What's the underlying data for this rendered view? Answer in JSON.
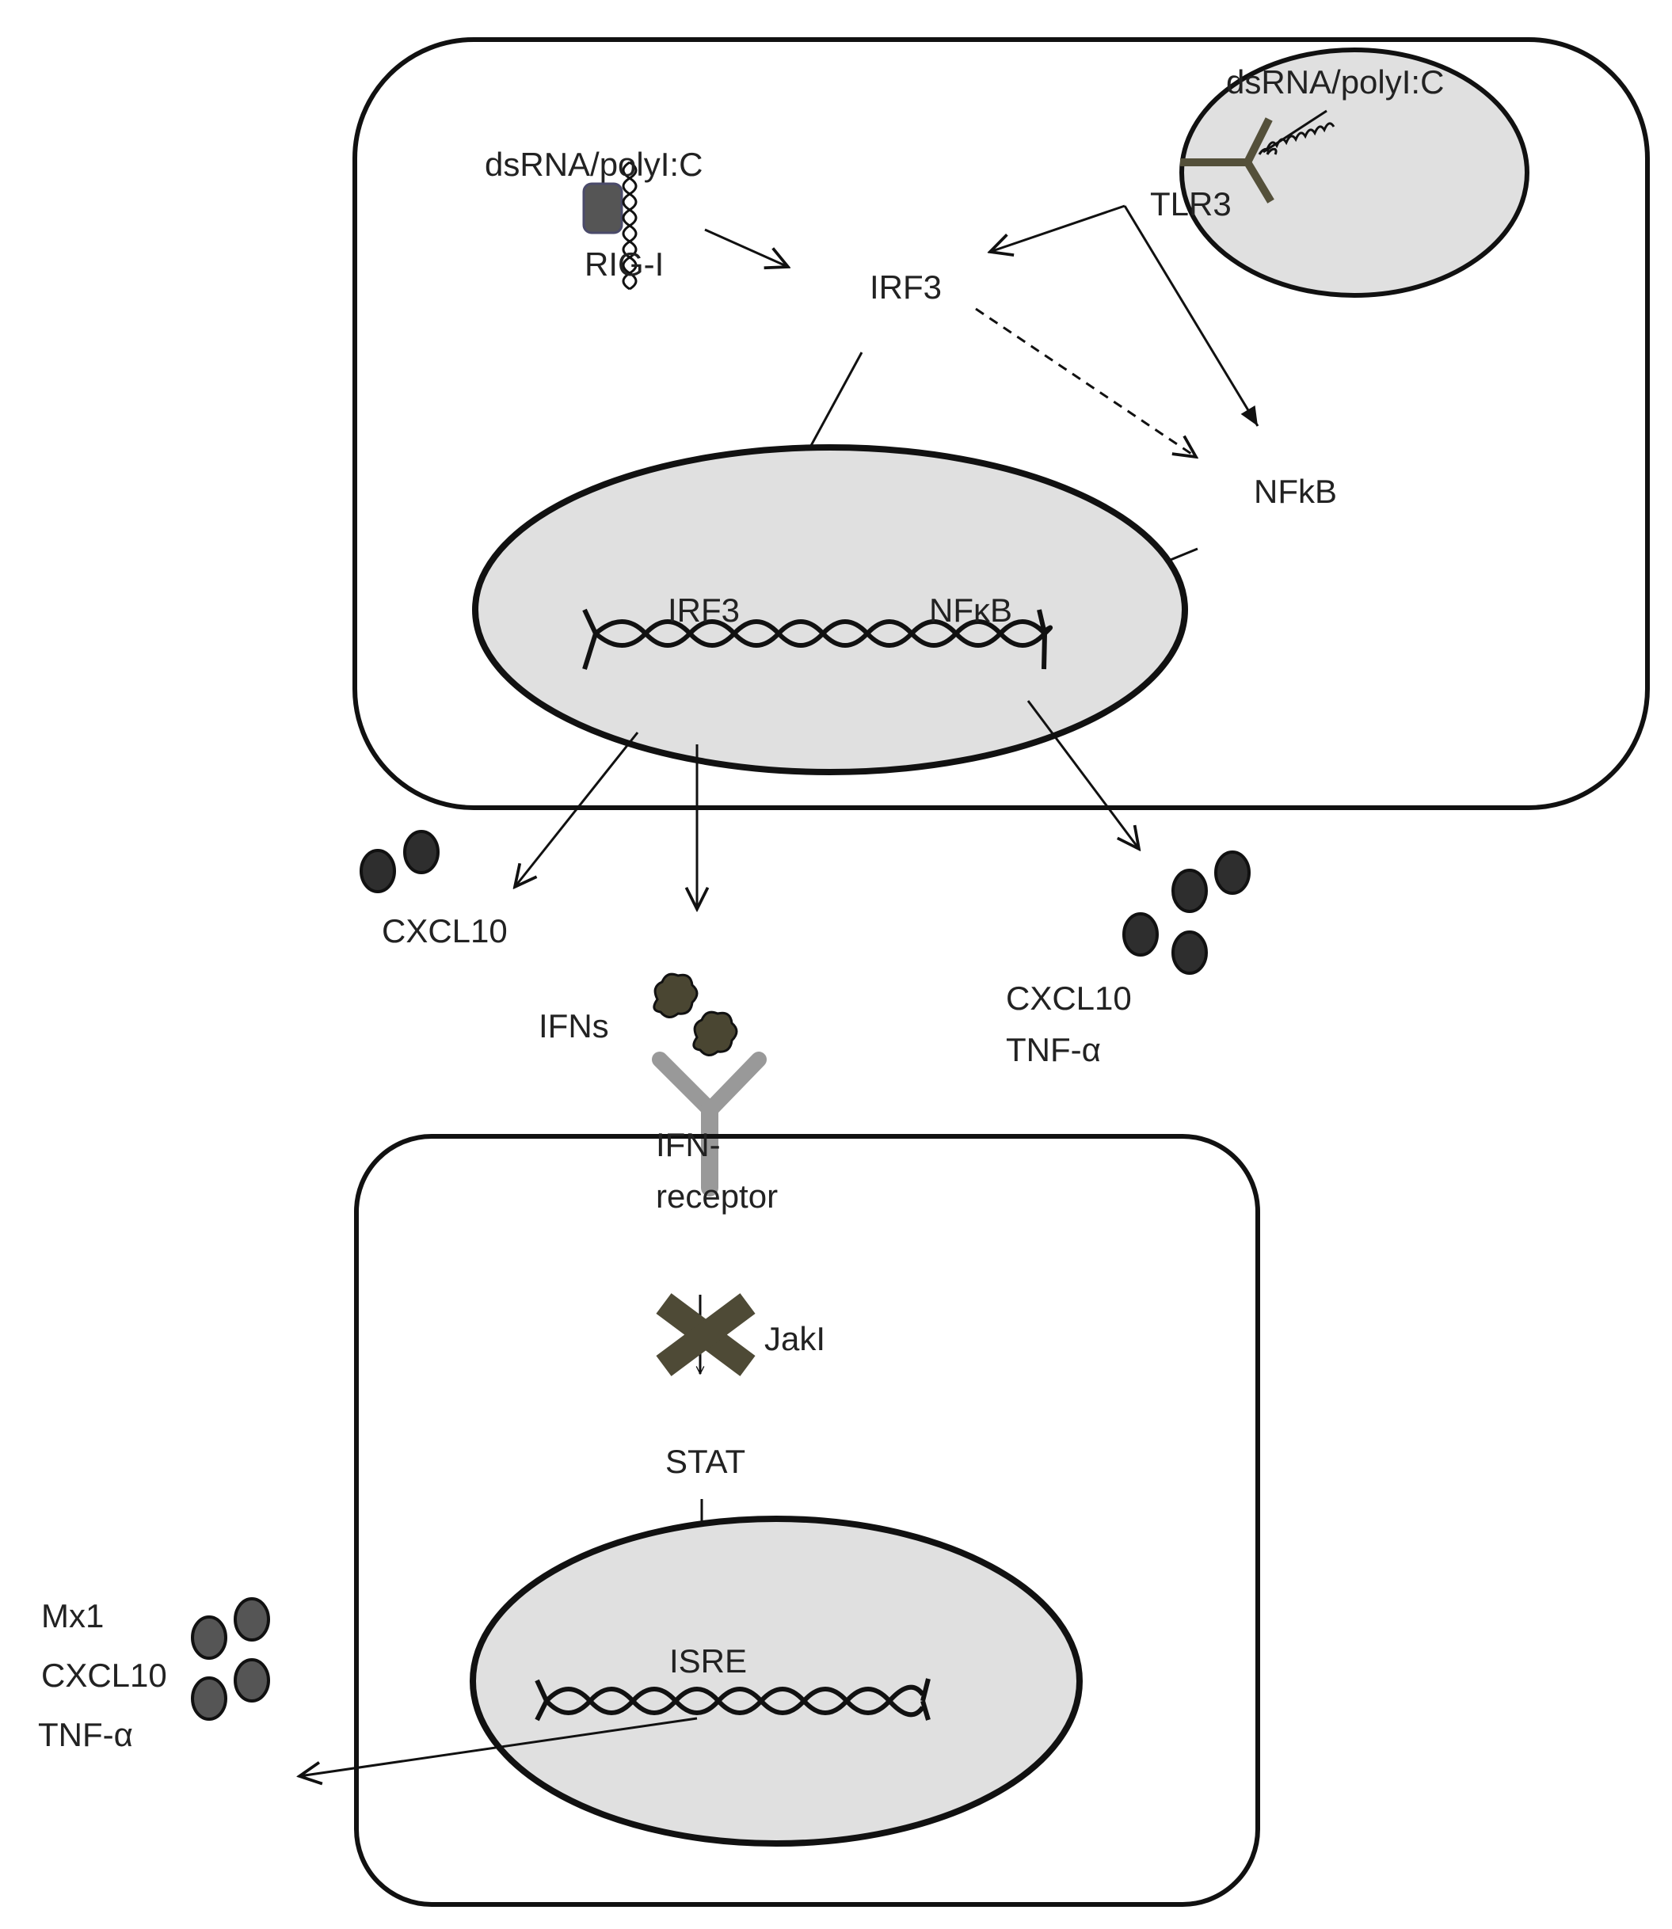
{
  "colors": {
    "stroke": "#111111",
    "nucleus_fill": "#e0e0e0",
    "endosome_fill": "#e0e0e0",
    "tlr3": "#54503a",
    "rigi": "#555555",
    "chemokine_dark": "#2e2e2e",
    "chemokine_gray": "#555555",
    "ifn_particle": "#4a4632",
    "receptor": "#999999",
    "jak_cross": "#4e4a36"
  },
  "icons": {
    "rig_i": "rig-i-receptor-icon",
    "tlr3": "tlr3-receptor-icon",
    "dna": "dna-double-helix-icon",
    "ifn_receptor": "ifn-receptor-y-icon",
    "jak_block": "jak-inhibition-cross-icon",
    "ifn": "ifn-particle-icon",
    "chemokine": "chemokine-particle-icon"
  },
  "upper_cell": {
    "rig_i_ligand_label": "dsRNA/polyI:C",
    "rig_i_label": "RIG-I",
    "endosome_ligand_label": "dsRNA/polyI:C",
    "tlr3_label": "TLR3",
    "irf3_cytoplasm_label": "IRF3",
    "nfkb_cytoplasm_label": "NFkB",
    "nucleus_irf3_label": "IRF3",
    "nucleus_nfkb_label": "NFκB"
  },
  "secreted": {
    "left_label": "CXCL10",
    "ifns_label": "IFNs",
    "right_label_1": "CXCL10",
    "right_label_2": "TNF-α"
  },
  "lower_cell": {
    "receptor_label_1": "IFN-",
    "receptor_label_2": "receptor",
    "jak_label": "JakI",
    "stat_label": "STAT",
    "isre_label": "ISRE"
  },
  "outputs": {
    "label_1": "Mx1",
    "label_2": "CXCL10",
    "label_3": "TNF-α"
  }
}
